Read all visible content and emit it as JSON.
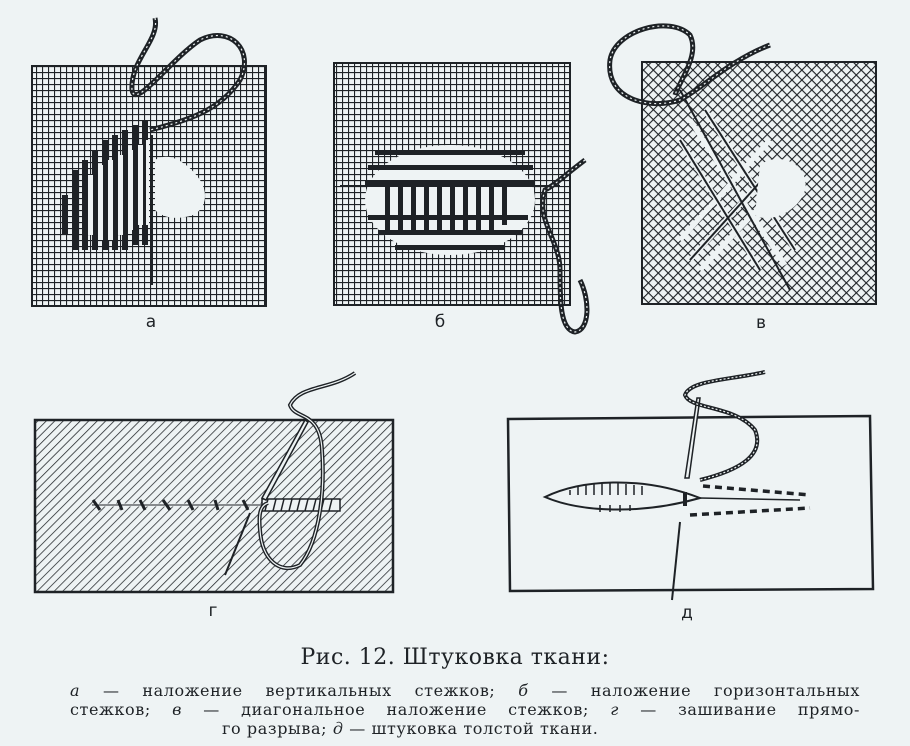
{
  "figure": {
    "panels": [
      {
        "id": "a",
        "label": "а",
        "description": "наложение вертикальных стежков"
      },
      {
        "id": "b",
        "label": "б",
        "description": "наложение горизонтальных стежков"
      },
      {
        "id": "v",
        "label": "в",
        "description": "диагональное наложение стежков"
      },
      {
        "id": "g",
        "label": "г",
        "description": "зашивание прямого разрыва"
      },
      {
        "id": "d",
        "label": "д",
        "description": "штуковка толстой ткани"
      }
    ]
  },
  "caption": {
    "title": "Рис. 12. Штуковка ткани:",
    "line1": {
      "a_letter": "а",
      "a_text": " — наложение вертикальных стежков; ",
      "b_letter": "б",
      "b_text": " — наложение горизонтальных"
    },
    "line2": {
      "pre": "стежков; ",
      "v_letter": "в",
      "v_text": " — диагональное наложение стежков; ",
      "g_letter": "г",
      "g_text": " — зашивание прямо-"
    },
    "line3": {
      "pre": "го разрыва; ",
      "d_letter": "д",
      "d_text": " — штуковка толстой ткани."
    }
  },
  "colors": {
    "paper": "#eef3f4",
    "ink": "#1e2226"
  }
}
